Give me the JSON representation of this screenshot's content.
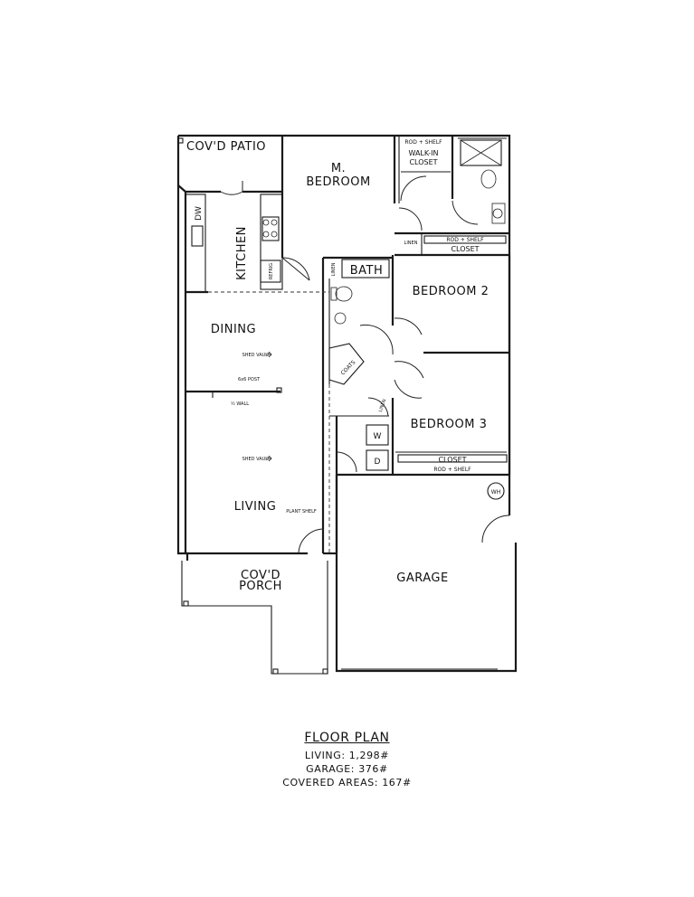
{
  "rooms": {
    "covd_patio": "COV'D PATIO",
    "master_bedroom_line1": "M.",
    "master_bedroom_line2": "BEDROOM",
    "walk_in_line1": "WALK-IN",
    "walk_in_line2": "CLOSET",
    "rod_shelf": "ROD + SHELF",
    "kitchen": "KITCHEN",
    "dw": "DW",
    "refrig": "REFRIG",
    "linen": "LINEN",
    "closet": "CLOSET",
    "bath": "BATH",
    "bedroom2": "BEDROOM 2",
    "bedroom3": "BEDROOM 3",
    "dining": "DINING",
    "shed_vault": "SHED VAULT",
    "post": "6x6 POST",
    "half_wall": "½ WALL",
    "coats": "COATS",
    "washer": "W",
    "dryer": "D",
    "water_heater": "WH",
    "living": "LIVING",
    "plant_shelf": "PLANT SHELF",
    "covd_porch_line1": "COV'D",
    "covd_porch_line2": "PORCH",
    "garage": "GARAGE"
  },
  "caption": {
    "title": "FLOOR PLAN",
    "living": "LIVING: 1,298#",
    "garage": "GARAGE: 376#",
    "covered": "COVERED AREAS: 167#"
  }
}
